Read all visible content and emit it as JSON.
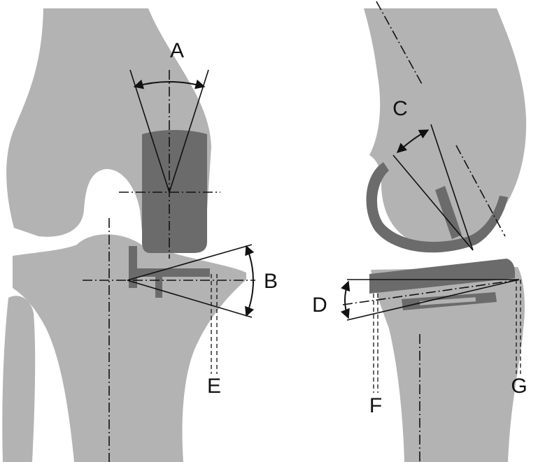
{
  "figure": {
    "labels": {
      "A": "A",
      "B": "B",
      "C": "C",
      "D": "D",
      "E": "E",
      "F": "F",
      "G": "G"
    },
    "colors": {
      "bone": "#b3b3b3",
      "implant": "#6b6b6b",
      "line": "#111111",
      "background": "#ffffff"
    }
  }
}
